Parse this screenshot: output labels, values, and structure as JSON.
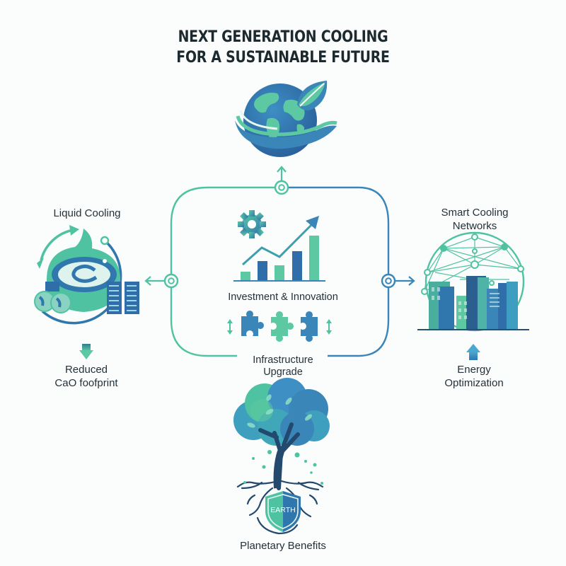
{
  "title": {
    "line1": "NEXT GENERATION COOLING",
    "line2": "FOR A SUSTAINABLE FUTURE"
  },
  "colors": {
    "teal": "#4fc3a1",
    "blue": "#3a86b8",
    "dark_blue": "#2a5f8f",
    "text": "#24313a"
  },
  "top": {
    "icon": "globe-leaf-icon"
  },
  "left": {
    "label": "Liquid Cooling",
    "icon": "liquid-cooling-icon",
    "outcome_icon": "arrow-down-icon",
    "outcome_line1": "Reduced",
    "outcome_line2": "CaO foofprint"
  },
  "right": {
    "label_line1": "Smart Cooling",
    "label_line2": "Networks",
    "icon": "smart-city-network-icon",
    "outcome_icon": "arrow-up-icon",
    "outcome_line1": "Energy",
    "outcome_line2": "Optimization"
  },
  "center": {
    "investment_label": "Investment & Innovation",
    "investment_icons": [
      "gear-icon",
      "bar-chart-growth-icon"
    ],
    "infrastructure_icon": "puzzle-pieces-icon",
    "infrastructure_line1": "Infrastructure",
    "infrastructure_line2": "Upgrade"
  },
  "bottom": {
    "icon": "tree-roots-icon",
    "shield_text": "EARTH",
    "label": "Planetary Benefits"
  }
}
